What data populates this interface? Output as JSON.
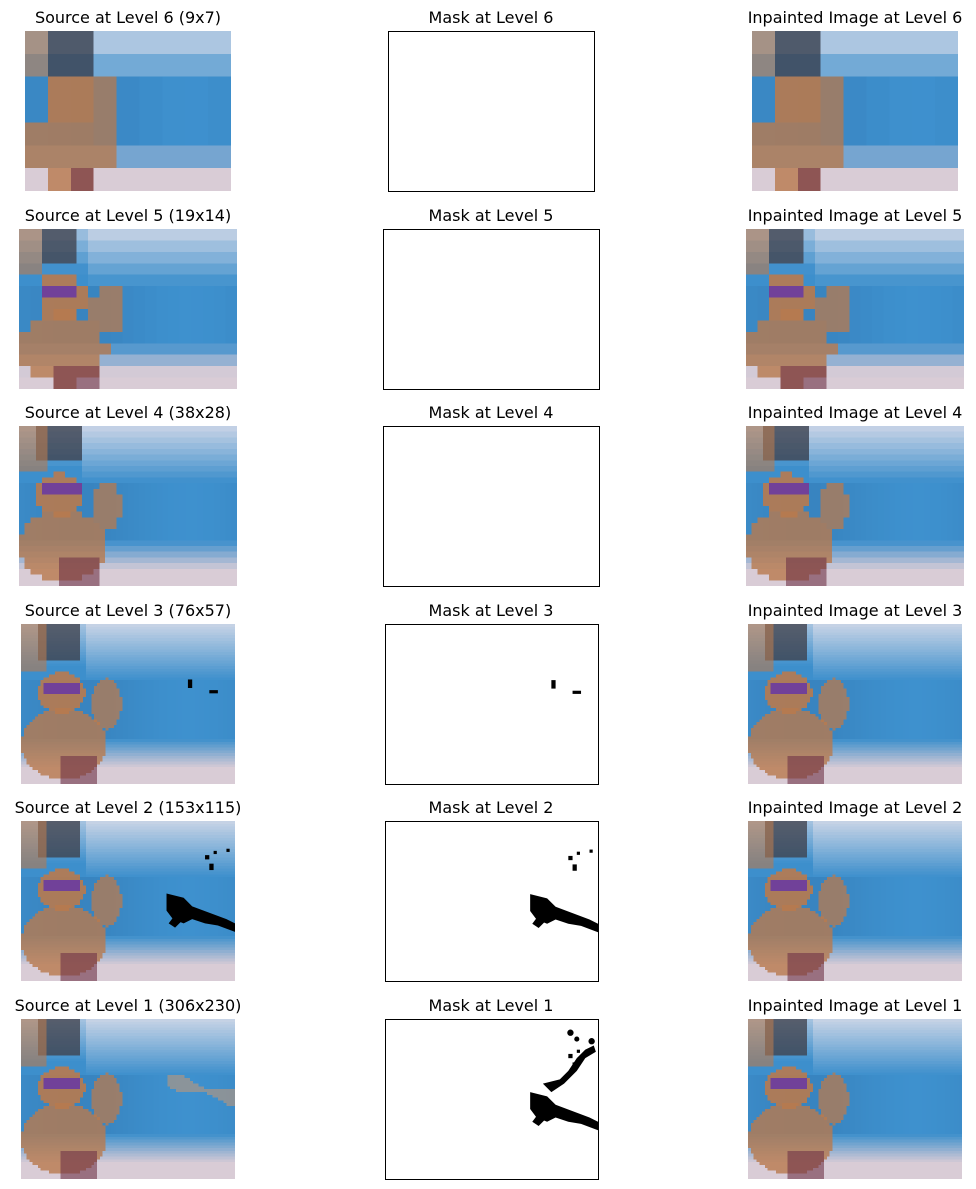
{
  "rows": [
    {
      "level": 6,
      "source_title": "Source at Level 6 (9x7)",
      "mask_title": "Mask at Level 6",
      "inpainted_title": "Inpainted Image at Level 6",
      "grid": [
        9,
        7
      ],
      "mask": "empty"
    },
    {
      "level": 5,
      "source_title": "Source at Level 5 (19x14)",
      "mask_title": "Mask at Level 5",
      "inpainted_title": "Inpainted Image at Level 5",
      "grid": [
        19,
        14
      ],
      "mask": "empty"
    },
    {
      "level": 4,
      "source_title": "Source at Level 4 (38x28)",
      "mask_title": "Mask at Level 4",
      "inpainted_title": "Inpainted Image at Level 4",
      "grid": [
        38,
        28
      ],
      "mask": "empty"
    },
    {
      "level": 3,
      "source_title": "Source at Level 3 (76x57)",
      "mask_title": "Mask at Level 3",
      "inpainted_title": "Inpainted Image at Level 3",
      "grid": [
        76,
        57
      ],
      "mask": "dots"
    },
    {
      "level": 2,
      "source_title": "Source at Level 2 (153x115)",
      "mask_title": "Mask at Level 2",
      "inpainted_title": "Inpainted Image at Level 2",
      "grid": [
        153,
        115
      ],
      "mask": "swimmer"
    },
    {
      "level": 1,
      "source_title": "Source at Level 1 (306x230)",
      "mask_title": "Mask at Level 1",
      "inpainted_title": "Inpainted Image at Level 1",
      "grid": [
        306,
        230
      ],
      "mask": "swimmer-full"
    }
  ],
  "colors": {
    "water": "#3d8fcc",
    "water_dark": "#2f6fa8",
    "sky_light": "#c9d4e6",
    "skin": "#b87a4e",
    "sand": "#d9ccd6",
    "glasses": "#6b3aa0",
    "mask_black": "#000000"
  }
}
